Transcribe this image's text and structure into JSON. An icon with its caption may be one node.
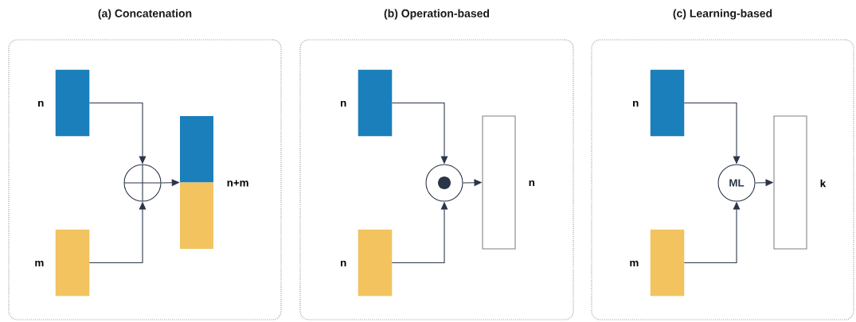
{
  "diagram": {
    "nodes": [
      {
        "text": [
          "(a) Concatenation"
        ]
      },
      {
        "text": [],
        "shape": "bar",
        "beside": [
          "n"
        ],
        "in": 0
      },
      {
        "text": [],
        "shape": "bar",
        "beside": [
          "m"
        ],
        "in": 0
      },
      {
        "text": [],
        "shape": "circle",
        "in": 0
      },
      {
        "text": [],
        "shape": "bar",
        "beside": [
          "n+m"
        ],
        "in": 0
      },
      {
        "text": [
          "(b) Operation-based"
        ]
      },
      {
        "text": [],
        "shape": "bar",
        "beside": [
          "n"
        ],
        "in": 5
      },
      {
        "text": [],
        "shape": "bar",
        "beside": [
          "n"
        ],
        "in": 5
      },
      {
        "text": [],
        "shape": "circle",
        "in": 5
      },
      {
        "text": [],
        "shape": "bar",
        "beside": [
          "n"
        ],
        "in": 5
      },
      {
        "text": [
          "(c) Learning-based"
        ]
      },
      {
        "text": [],
        "shape": "bar",
        "beside": [
          "n"
        ],
        "in": 10
      },
      {
        "text": [],
        "shape": "bar",
        "beside": [
          "m"
        ],
        "in": 10
      },
      {
        "text": [
          "ML"
        ],
        "in": 10
      },
      {
        "text": [],
        "shape": "bar",
        "beside": [
          "k"
        ],
        "in": 10
      }
    ],
    "edges": [
      {
        "from": 1,
        "to": 3,
        "arrow": "to"
      },
      {
        "from": 2,
        "to": 3,
        "arrow": "to"
      },
      {
        "from": 3,
        "to": 4,
        "arrow": "to"
      },
      {
        "from": 6,
        "to": 8,
        "arrow": "to"
      },
      {
        "from": 7,
        "to": 8,
        "arrow": "to"
      },
      {
        "from": 8,
        "to": 9,
        "arrow": "to"
      },
      {
        "from": 11,
        "to": 13,
        "arrow": "to"
      },
      {
        "from": 12,
        "to": 13,
        "arrow": "to"
      },
      {
        "from": 13,
        "to": 14,
        "arrow": "to"
      }
    ]
  }
}
